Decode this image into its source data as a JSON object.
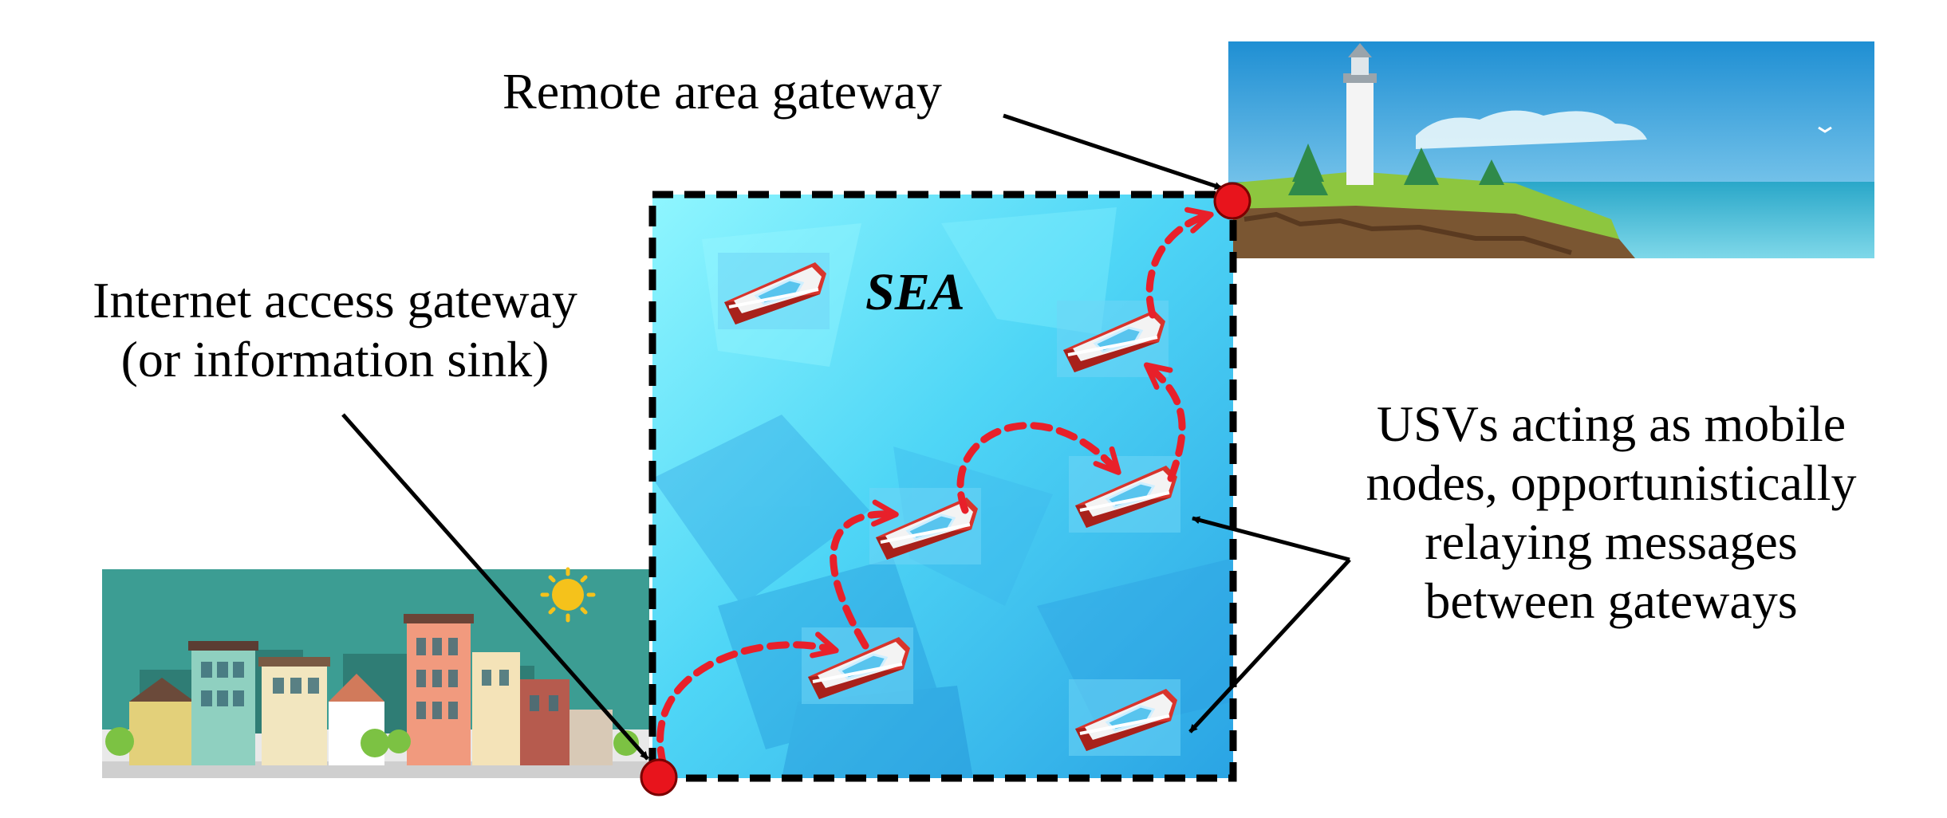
{
  "labels": {
    "remote_gateway": "Remote area gateway",
    "internet_gateway_line1": "Internet access gateway",
    "internet_gateway_line2": "(or information sink)",
    "sea": "SEA",
    "usv_line1": "USVs acting as mobile",
    "usv_line2": "nodes, opportunistically",
    "usv_line3": "relaying messages",
    "usv_line4": "between gateways"
  },
  "colors": {
    "sea_light": "#6ff0ff",
    "sea_mid": "#3cc6f2",
    "sea_dark": "#1e8fd8",
    "relay_path": "#e8202a",
    "gateway_node": "#e8141c",
    "boat_hull": "#d8342c",
    "boundary": "#000000"
  },
  "icons": {
    "boat": "usv-boat-icon",
    "town": "town-illustration",
    "lighthouse": "lighthouse-coast-illustration",
    "sun": "sun-icon"
  }
}
